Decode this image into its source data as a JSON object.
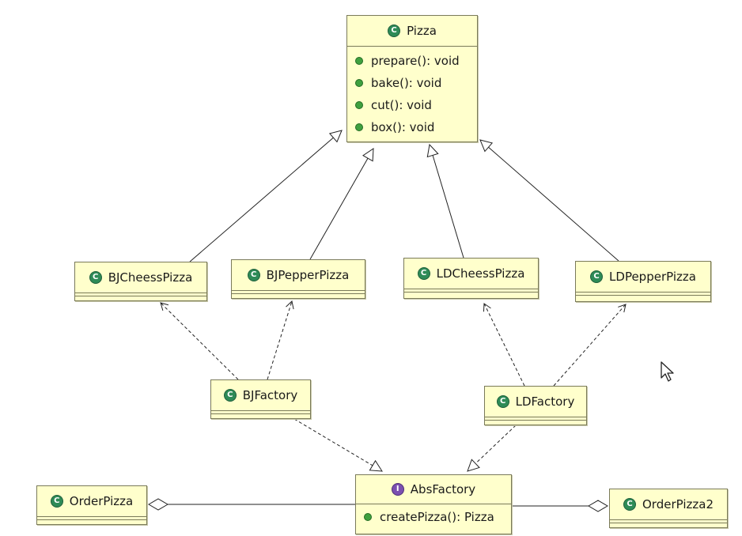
{
  "classes": {
    "pizza": {
      "name": "Pizza",
      "kind": "class",
      "methods": [
        "prepare(): void",
        "bake(): void",
        "cut(): void",
        "box(): void"
      ]
    },
    "bjcheess": {
      "name": "BJCheessPizza",
      "kind": "class"
    },
    "bjpepper": {
      "name": "BJPepperPizza",
      "kind": "class"
    },
    "ldcheess": {
      "name": "LDCheessPizza",
      "kind": "class"
    },
    "ldpepper": {
      "name": "LDPepperPizza",
      "kind": "class"
    },
    "bjfactory": {
      "name": "BJFactory",
      "kind": "class"
    },
    "ldfactory": {
      "name": "LDFactory",
      "kind": "class"
    },
    "absfactory": {
      "name": "AbsFactory",
      "kind": "interface",
      "methods": [
        "createPizza(): Pizza"
      ]
    },
    "orderpizza": {
      "name": "OrderPizza",
      "kind": "class"
    },
    "orderpizza2": {
      "name": "OrderPizza2",
      "kind": "class"
    }
  },
  "icons": {
    "class": "C",
    "interface": "I"
  },
  "colors": {
    "box_fill": "#ffffcc",
    "border": "#7a7a5a",
    "class_icon": "#2e8b57",
    "interface_icon": "#7b4fb0"
  },
  "relations": [
    {
      "from": "bjcheess",
      "to": "pizza",
      "type": "generalization"
    },
    {
      "from": "bjpepper",
      "to": "pizza",
      "type": "generalization"
    },
    {
      "from": "ldcheess",
      "to": "pizza",
      "type": "generalization"
    },
    {
      "from": "ldpepper",
      "to": "pizza",
      "type": "generalization"
    },
    {
      "from": "bjfactory",
      "to": "bjcheess",
      "type": "dependency"
    },
    {
      "from": "bjfactory",
      "to": "bjpepper",
      "type": "dependency"
    },
    {
      "from": "ldfactory",
      "to": "ldcheess",
      "type": "dependency"
    },
    {
      "from": "ldfactory",
      "to": "ldpepper",
      "type": "dependency"
    },
    {
      "from": "bjfactory",
      "to": "absfactory",
      "type": "realization"
    },
    {
      "from": "ldfactory",
      "to": "absfactory",
      "type": "realization"
    },
    {
      "from": "orderpizza",
      "to": "absfactory",
      "type": "aggregation"
    },
    {
      "from": "orderpizza2",
      "to": "absfactory",
      "type": "aggregation"
    }
  ]
}
